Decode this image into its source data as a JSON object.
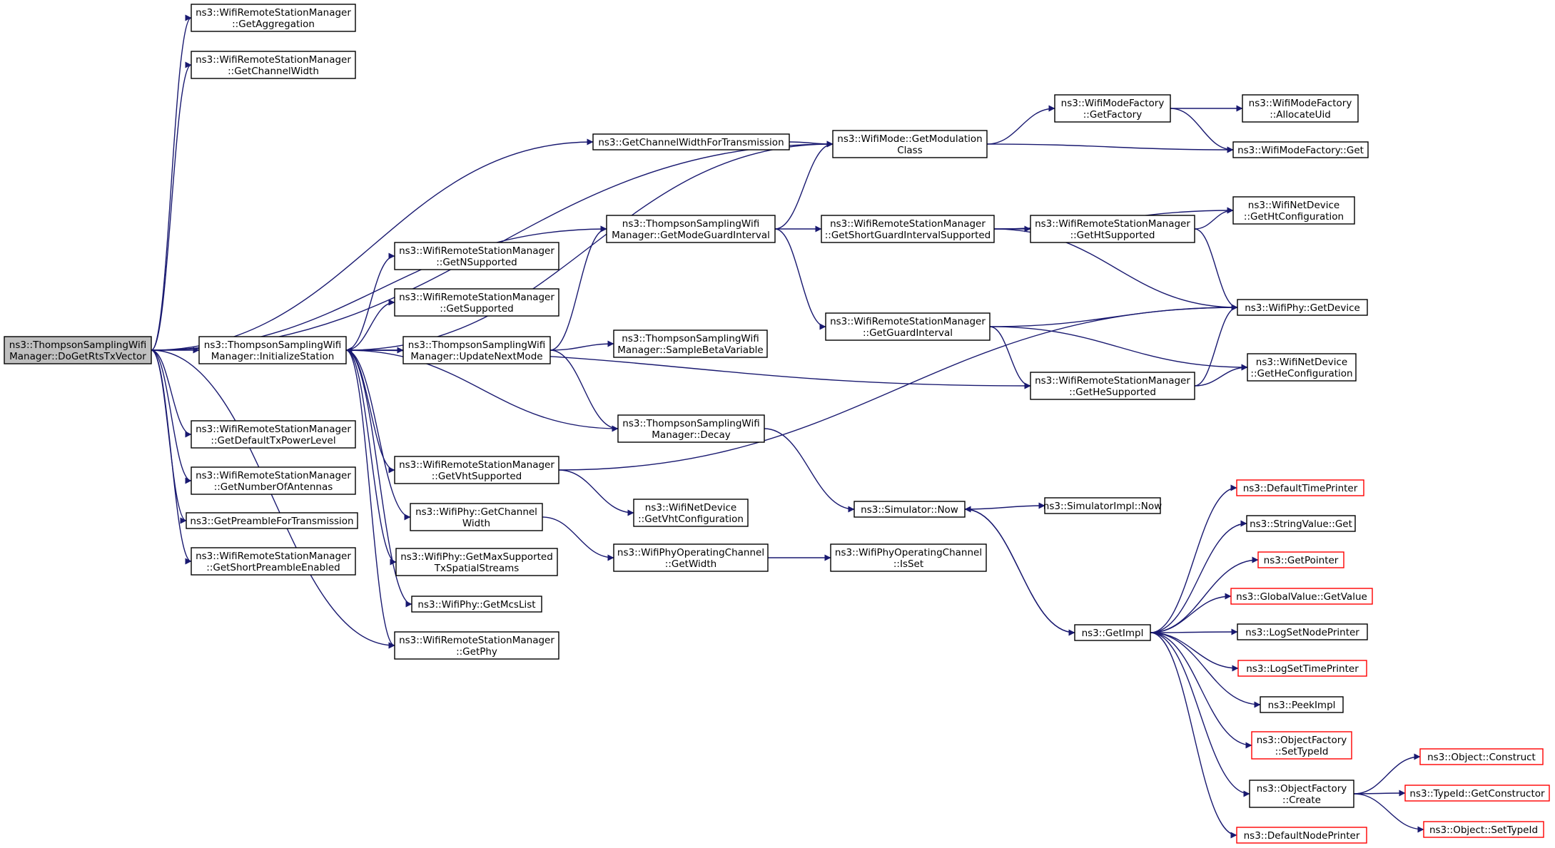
{
  "colors": {
    "edge": "#191970",
    "node_border": "#000000",
    "node_border_truncated": "#ff0000",
    "root_fill": "#bfbfbf",
    "node_fill": "#ffffff"
  },
  "nodes": {
    "root": {
      "lines": [
        "ns3::ThompsonSamplingWifi",
        "Manager::DoGetRtsTxVector"
      ],
      "style": "root"
    },
    "getAggregation": {
      "lines": [
        "ns3::WifiRemoteStationManager",
        "::GetAggregation"
      ]
    },
    "getChannelWidthRSM": {
      "lines": [
        "ns3::WifiRemoteStationManager",
        "::GetChannelWidth"
      ]
    },
    "getChannelWidthForTx": {
      "lines": [
        "ns3::GetChannelWidthForTransmission"
      ]
    },
    "getModulationClass": {
      "lines": [
        "ns3::WifiMode::GetModulation",
        "Class"
      ]
    },
    "wifiModeFactoryGetFactory": {
      "lines": [
        "ns3::WifiModeFactory",
        "::GetFactory"
      ]
    },
    "allocateUid": {
      "lines": [
        "ns3::WifiModeFactory",
        "::AllocateUid"
      ]
    },
    "wifiModeFactoryGet": {
      "lines": [
        "ns3::WifiModeFactory::Get"
      ]
    },
    "getModeGuardInterval": {
      "lines": [
        "ns3::ThompsonSamplingWifi",
        "Manager::GetModeGuardInterval"
      ]
    },
    "getShortGISupported": {
      "lines": [
        "ns3::WifiRemoteStationManager",
        "::GetShortGuardIntervalSupported"
      ]
    },
    "getHtSupported": {
      "lines": [
        "ns3::WifiRemoteStationManager",
        "::GetHtSupported"
      ]
    },
    "getHtConfiguration": {
      "lines": [
        "ns3::WifiNetDevice",
        "::GetHtConfiguration"
      ]
    },
    "getDevice": {
      "lines": [
        "ns3::WifiPhy::GetDevice"
      ]
    },
    "getGuardInterval": {
      "lines": [
        "ns3::WifiRemoteStationManager",
        "::GetGuardInterval"
      ]
    },
    "getHeConfiguration": {
      "lines": [
        "ns3::WifiNetDevice",
        "::GetHeConfiguration"
      ]
    },
    "getHeSupported": {
      "lines": [
        "ns3::WifiRemoteStationManager",
        "::GetHeSupported"
      ]
    },
    "getNSupported": {
      "lines": [
        "ns3::WifiRemoteStationManager",
        "::GetNSupported"
      ]
    },
    "getSupported": {
      "lines": [
        "ns3::WifiRemoteStationManager",
        "::GetSupported"
      ]
    },
    "initializeStation": {
      "lines": [
        "ns3::ThompsonSamplingWifi",
        "Manager::InitializeStation"
      ]
    },
    "updateNextMode": {
      "lines": [
        "ns3::ThompsonSamplingWifi",
        "Manager::UpdateNextMode"
      ]
    },
    "sampleBetaVariable": {
      "lines": [
        "ns3::ThompsonSamplingWifi",
        "Manager::SampleBetaVariable"
      ]
    },
    "decay": {
      "lines": [
        "ns3::ThompsonSamplingWifi",
        "Manager::Decay"
      ]
    },
    "getDefaultTxPowerLevel": {
      "lines": [
        "ns3::WifiRemoteStationManager",
        "::GetDefaultTxPowerLevel"
      ]
    },
    "getNumberOfAntennas": {
      "lines": [
        "ns3::WifiRemoteStationManager",
        "::GetNumberOfAntennas"
      ]
    },
    "getPreambleForTx": {
      "lines": [
        "ns3::GetPreambleForTransmission"
      ]
    },
    "getShortPreambleEnabled": {
      "lines": [
        "ns3::WifiRemoteStationManager",
        "::GetShortPreambleEnabled"
      ]
    },
    "getVhtSupported": {
      "lines": [
        "ns3::WifiRemoteStationManager",
        "::GetVhtSupported"
      ]
    },
    "getVhtConfiguration": {
      "lines": [
        "ns3::WifiNetDevice",
        "::GetVhtConfiguration"
      ]
    },
    "wifiPhyGetChannelWidth": {
      "lines": [
        "ns3::WifiPhy::GetChannel",
        "Width"
      ]
    },
    "getMaxSupportedTxSS": {
      "lines": [
        "ns3::WifiPhy::GetMaxSupported",
        "TxSpatialStreams"
      ]
    },
    "getMcsList": {
      "lines": [
        "ns3::WifiPhy::GetMcsList"
      ]
    },
    "getPhy": {
      "lines": [
        "ns3::WifiRemoteStationManager",
        "::GetPhy"
      ]
    },
    "operatingChannelGetWidth": {
      "lines": [
        "ns3::WifiPhyOperatingChannel",
        "::GetWidth"
      ]
    },
    "operatingChannelIsSet": {
      "lines": [
        "ns3::WifiPhyOperatingChannel",
        "::IsSet"
      ]
    },
    "simulatorNow": {
      "lines": [
        "ns3::Simulator::Now"
      ]
    },
    "simulatorImplNow": {
      "lines": [
        "ns3::SimulatorImpl::Now"
      ]
    },
    "getImpl": {
      "lines": [
        "ns3::GetImpl"
      ]
    },
    "defaultTimePrinter": {
      "lines": [
        "ns3::DefaultTimePrinter"
      ],
      "style": "truncated"
    },
    "stringValueGet": {
      "lines": [
        "ns3::StringValue::Get"
      ]
    },
    "getPointer": {
      "lines": [
        "ns3::GetPointer"
      ],
      "style": "truncated"
    },
    "globalValueGetValue": {
      "lines": [
        "ns3::GlobalValue::GetValue"
      ],
      "style": "truncated"
    },
    "logSetNodePrinter": {
      "lines": [
        "ns3::LogSetNodePrinter"
      ]
    },
    "logSetTimePrinter": {
      "lines": [
        "ns3::LogSetTimePrinter"
      ],
      "style": "truncated"
    },
    "peekImpl": {
      "lines": [
        "ns3::PeekImpl"
      ]
    },
    "objectFactorySetTypeId": {
      "lines": [
        "ns3::ObjectFactory",
        "::SetTypeId"
      ],
      "style": "truncated"
    },
    "objectFactoryCreate": {
      "lines": [
        "ns3::ObjectFactory",
        "::Create"
      ]
    },
    "defaultNodePrinter": {
      "lines": [
        "ns3::DefaultNodePrinter"
      ],
      "style": "truncated"
    },
    "objectConstruct": {
      "lines": [
        "ns3::Object::Construct"
      ],
      "style": "truncated"
    },
    "typeIdGetConstructor": {
      "lines": [
        "ns3::TypeId::GetConstructor"
      ],
      "style": "truncated"
    },
    "objectSetTypeId": {
      "lines": [
        "ns3::Object::SetTypeId"
      ],
      "style": "truncated"
    }
  },
  "edges": [
    [
      "root",
      "getAggregation"
    ],
    [
      "root",
      "getChannelWidthRSM"
    ],
    [
      "root",
      "getChannelWidthForTx"
    ],
    [
      "root",
      "getModulationClass"
    ],
    [
      "root",
      "getModeGuardInterval"
    ],
    [
      "root",
      "initializeStation"
    ],
    [
      "root",
      "getDefaultTxPowerLevel"
    ],
    [
      "root",
      "getNumberOfAntennas"
    ],
    [
      "root",
      "getPreambleForTx"
    ],
    [
      "root",
      "getShortPreambleEnabled"
    ],
    [
      "root",
      "getPhy"
    ],
    [
      "getChannelWidthForTx",
      "getModulationClass"
    ],
    [
      "getModulationClass",
      "wifiModeFactoryGetFactory"
    ],
    [
      "getModulationClass",
      "wifiModeFactoryGet"
    ],
    [
      "wifiModeFactoryGetFactory",
      "allocateUid"
    ],
    [
      "wifiModeFactoryGetFactory",
      "wifiModeFactoryGet"
    ],
    [
      "getModeGuardInterval",
      "getModulationClass"
    ],
    [
      "getModeGuardInterval",
      "getShortGISupported"
    ],
    [
      "getModeGuardInterval",
      "getGuardInterval"
    ],
    [
      "getShortGISupported",
      "getHtSupported"
    ],
    [
      "getShortGISupported",
      "getHtConfiguration"
    ],
    [
      "getShortGISupported",
      "getDevice"
    ],
    [
      "getHtSupported",
      "getHtConfiguration"
    ],
    [
      "getHtSupported",
      "getDevice"
    ],
    [
      "getGuardInterval",
      "getDevice"
    ],
    [
      "getGuardInterval",
      "getHeConfiguration"
    ],
    [
      "getGuardInterval",
      "getHeSupported"
    ],
    [
      "getHeSupported",
      "getHeConfiguration"
    ],
    [
      "getHeSupported",
      "getDevice"
    ],
    [
      "initializeStation",
      "getModulationClass"
    ],
    [
      "initializeStation",
      "getNSupported"
    ],
    [
      "initializeStation",
      "getSupported"
    ],
    [
      "initializeStation",
      "updateNextMode"
    ],
    [
      "initializeStation",
      "getHeSupported"
    ],
    [
      "initializeStation",
      "getVhtSupported"
    ],
    [
      "initializeStation",
      "wifiPhyGetChannelWidth"
    ],
    [
      "initializeStation",
      "getMaxSupportedTxSS"
    ],
    [
      "initializeStation",
      "getMcsList"
    ],
    [
      "initializeStation",
      "getPhy"
    ],
    [
      "updateNextMode",
      "initializeStation"
    ],
    [
      "updateNextMode",
      "getModeGuardInterval"
    ],
    [
      "updateNextMode",
      "sampleBetaVariable"
    ],
    [
      "updateNextMode",
      "decay"
    ],
    [
      "decay",
      "initializeStation"
    ],
    [
      "decay",
      "simulatorNow"
    ],
    [
      "getVhtSupported",
      "getVhtConfiguration"
    ],
    [
      "getVhtSupported",
      "getDevice"
    ],
    [
      "wifiPhyGetChannelWidth",
      "operatingChannelGetWidth"
    ],
    [
      "operatingChannelGetWidth",
      "operatingChannelIsSet"
    ],
    [
      "simulatorNow",
      "simulatorImplNow"
    ],
    [
      "simulatorNow",
      "getImpl"
    ],
    [
      "getImpl",
      "simulatorNow"
    ],
    [
      "getImpl",
      "defaultTimePrinter"
    ],
    [
      "getImpl",
      "stringValueGet"
    ],
    [
      "getImpl",
      "getPointer"
    ],
    [
      "getImpl",
      "globalValueGetValue"
    ],
    [
      "getImpl",
      "logSetNodePrinter"
    ],
    [
      "getImpl",
      "logSetTimePrinter"
    ],
    [
      "getImpl",
      "peekImpl"
    ],
    [
      "getImpl",
      "objectFactorySetTypeId"
    ],
    [
      "getImpl",
      "objectFactoryCreate"
    ],
    [
      "getImpl",
      "defaultNodePrinter"
    ],
    [
      "objectFactoryCreate",
      "objectConstruct"
    ],
    [
      "objectFactoryCreate",
      "typeIdGetConstructor"
    ],
    [
      "objectFactoryCreate",
      "objectSetTypeId"
    ]
  ]
}
